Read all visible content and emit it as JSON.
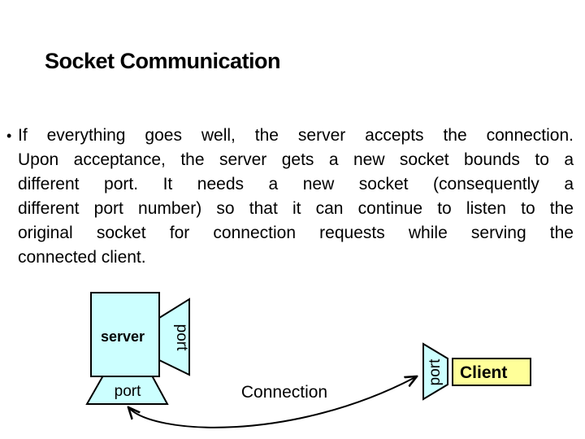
{
  "title": "Socket Communication",
  "body": {
    "bullet": "•",
    "lines": [
      "If everything goes well, the server accepts the connection.",
      "Upon acceptance, the server gets a new socket bounds to a",
      "different port. It needs a new socket (consequently a",
      "different port number) so that it can continue to listen to the",
      "original socket for connection requests while serving the",
      "connected client."
    ]
  },
  "diagram": {
    "server_label": "server",
    "client_label": "Client",
    "server_port_right_label": "port",
    "server_port_bottom_label": "port",
    "client_port_label": "port",
    "connection_label": "Connection",
    "colors": {
      "node_fill": "#ccffff",
      "client_fill": "#ffff99",
      "outline": "#000000"
    }
  }
}
